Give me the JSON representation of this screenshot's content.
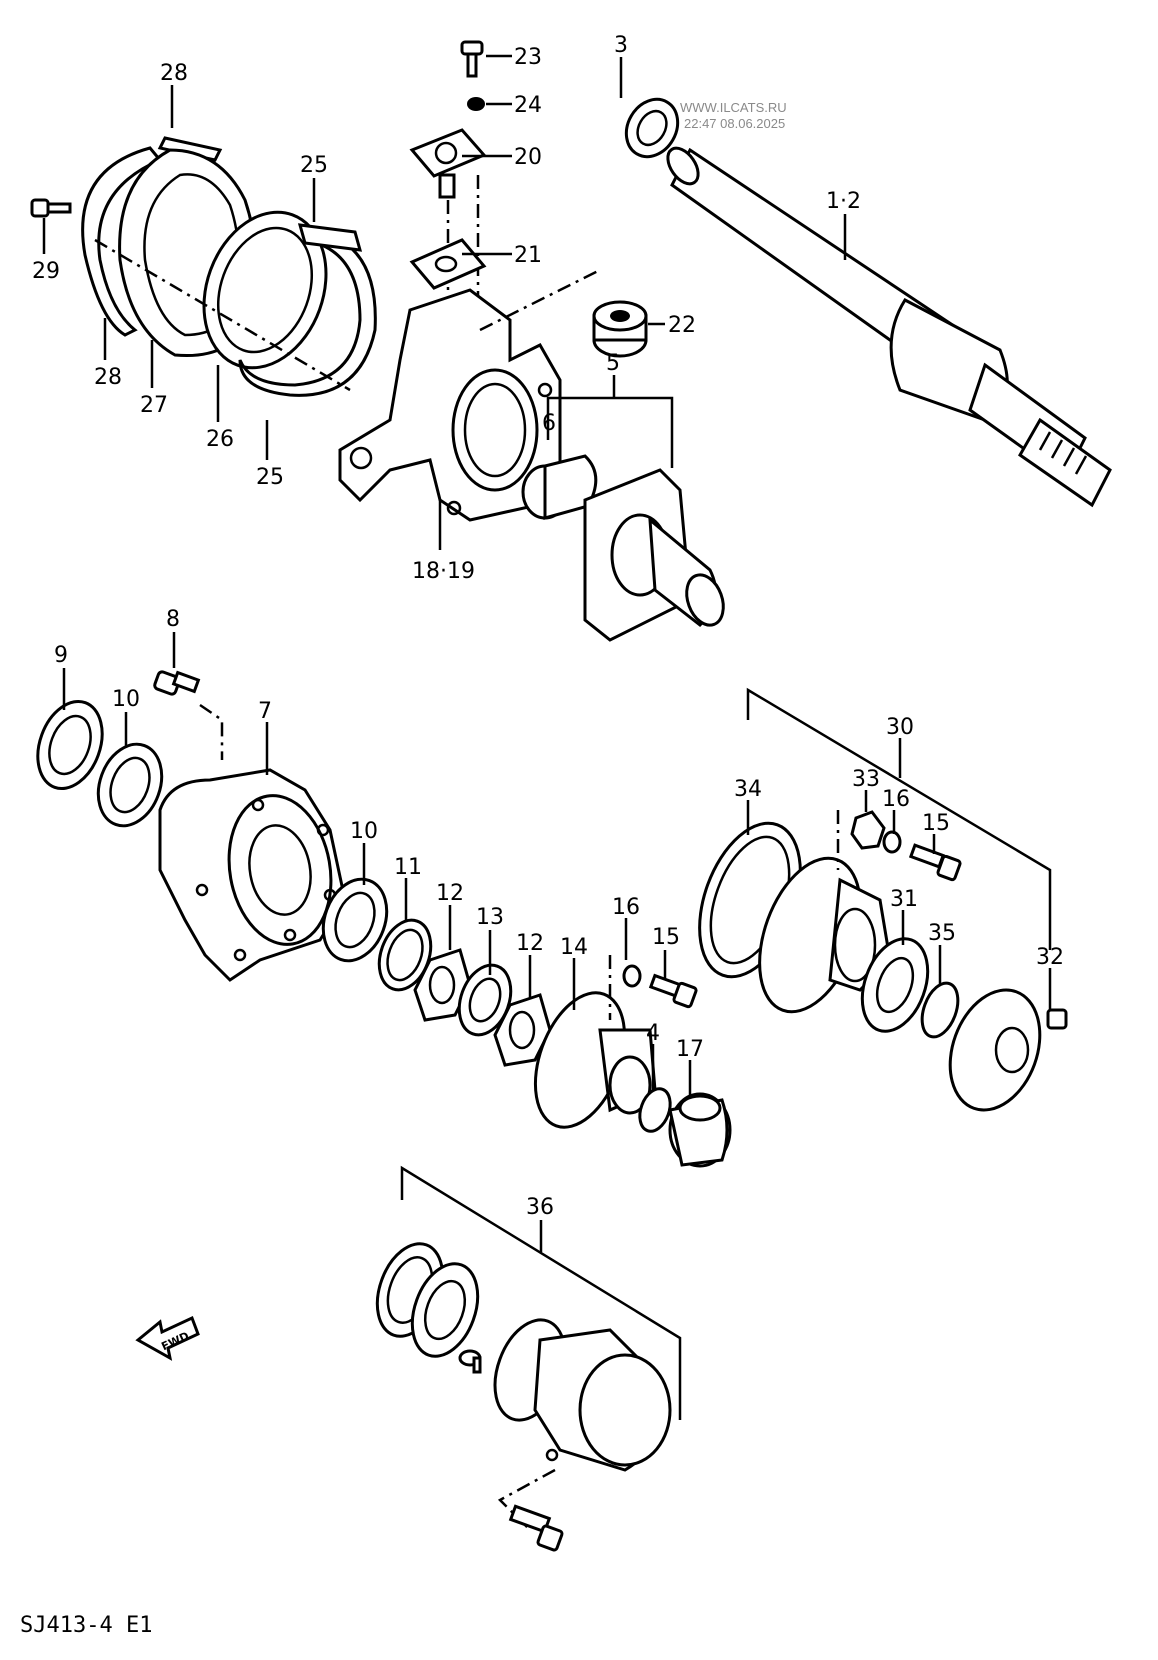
{
  "watermark": {
    "site": "WWW.ILCATS.RU",
    "datetime": "22:47 08.06.2025"
  },
  "diagram_code": "SJ413-4  E1",
  "direction_arrow": "FWD",
  "callouts": {
    "c23": "23",
    "c24": "24",
    "c20": "20",
    "c21": "21",
    "c22": "22",
    "c3": "3",
    "c1_2": "1·2",
    "c28a": "28",
    "c29": "29",
    "c28b": "28",
    "c27": "27",
    "c26": "26",
    "c25a": "25",
    "c25b": "25",
    "c5": "5",
    "c6": "6",
    "c18_19": "18·19",
    "c8": "8",
    "c9": "9",
    "c10a": "10",
    "c7": "7",
    "c10b": "10",
    "c11": "11",
    "c12a": "12",
    "c13": "13",
    "c12b": "12",
    "c14": "14",
    "c16a": "16",
    "c15a": "15",
    "c4": "4",
    "c17": "17",
    "c30": "30",
    "c34": "34",
    "c33": "33",
    "c16b": "16",
    "c15b": "15",
    "c31": "31",
    "c35": "35",
    "c32": "32",
    "c36": "36"
  }
}
